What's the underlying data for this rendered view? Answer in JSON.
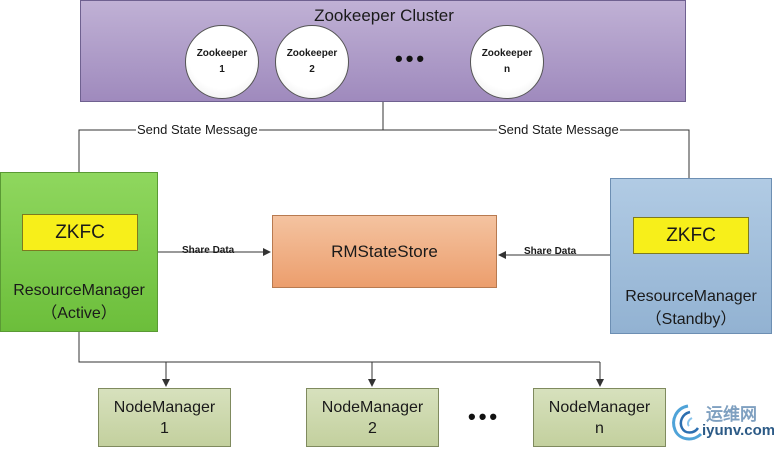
{
  "cluster": {
    "title": "Zookeeper Cluster",
    "nodes": [
      {
        "name": "Zookeeper",
        "index": "1"
      },
      {
        "name": "Zookeeper",
        "index": "2"
      },
      {
        "name": "Zookeeper",
        "index": "n"
      }
    ],
    "ellipsis": "•••"
  },
  "edges": {
    "send_state_left": "Send State Message",
    "send_state_right": "Send State Message",
    "share_data_left": "Share Data",
    "share_data_right": "Share Data"
  },
  "rm_active": {
    "zkfc": "ZKFC",
    "name": "ResourceManager",
    "state": "（Active）"
  },
  "rm_standby": {
    "zkfc": "ZKFC",
    "name": "ResourceManager",
    "state": "（Standby）"
  },
  "store": {
    "label": "RMStateStore"
  },
  "node_managers": [
    {
      "name": "NodeManager",
      "index": "1"
    },
    {
      "name": "NodeManager",
      "index": "2"
    },
    {
      "name": "NodeManager",
      "index": "n"
    }
  ],
  "nm_ellipsis": "•••",
  "watermark": {
    "cn": "运维网",
    "url": "iyunv.com"
  },
  "colors": {
    "cluster": "#b09ec9",
    "active": "#7ccb4a",
    "standby": "#a3bfdc",
    "zkfc": "#f7ef1a",
    "store": "#f0b185",
    "node_manager": "#cfdbb0"
  }
}
